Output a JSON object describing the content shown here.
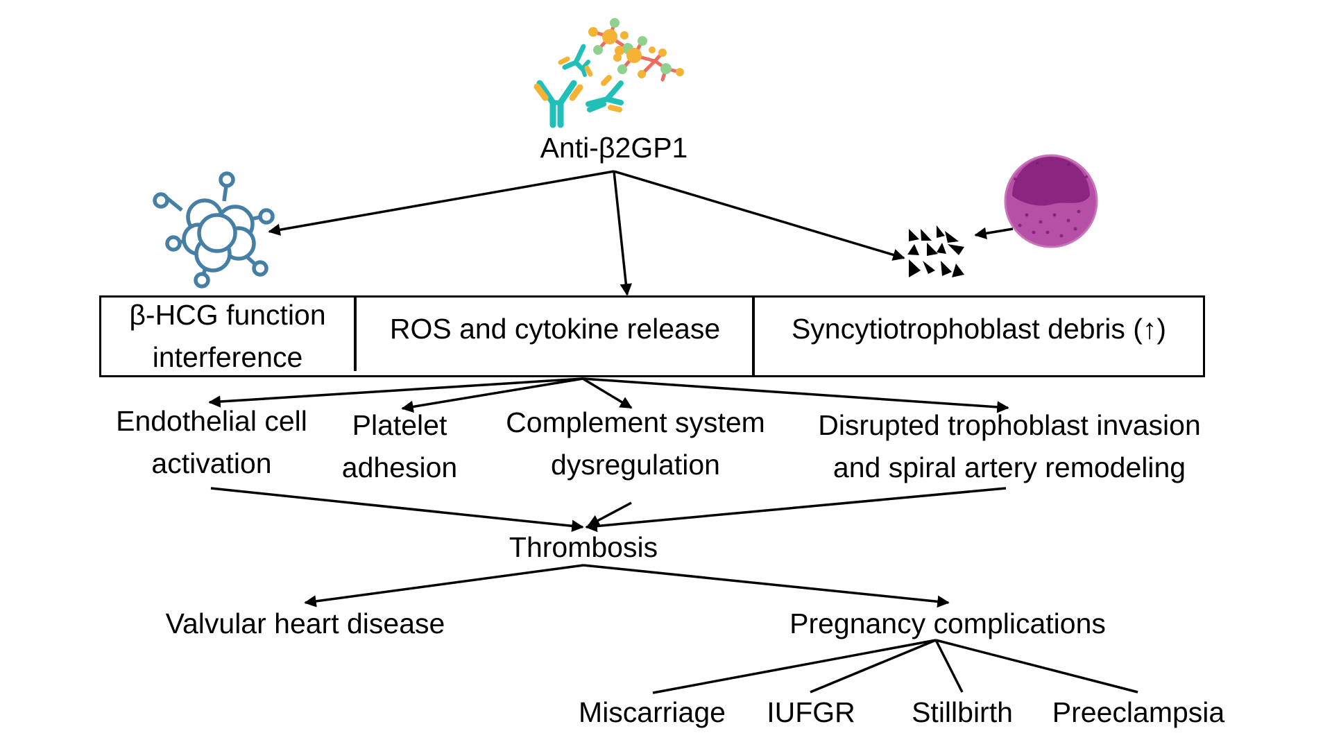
{
  "root": {
    "label": "Anti-β2GP1",
    "icon": "antibody-molecule-icon"
  },
  "icons": {
    "left": "cytokine-cluster-icon",
    "right_source": "blastocyst-icon",
    "right_debris": "debris-fragments-icon"
  },
  "mechanism_box": {
    "cells": [
      {
        "line1": "β-HCG function",
        "line2": "interference"
      },
      {
        "line1": "ROS and cytokine release",
        "line2": ""
      },
      {
        "line1": "Syncytiotrophoblast debris (↑)",
        "line2": ""
      }
    ]
  },
  "effects": [
    {
      "line1": "Endothelial cell",
      "line2": "activation"
    },
    {
      "line1": "Platelet",
      "line2": "adhesion"
    },
    {
      "line1": "Complement system",
      "line2": "dysregulation"
    },
    {
      "line1": "Disrupted trophoblast invasion",
      "line2": "and spiral artery remodeling"
    }
  ],
  "central": {
    "label": "Thrombosis"
  },
  "outcomes": [
    {
      "label": "Valvular heart disease"
    },
    {
      "label": "Pregnancy complications"
    }
  ],
  "complications": [
    {
      "label": "Miscarriage"
    },
    {
      "label": "IUFGR"
    },
    {
      "label": "Stillbirth"
    },
    {
      "label": "Preeclampsia"
    }
  ],
  "colors": {
    "antibody_teal": "#20bfb8",
    "antibody_orange": "#f5b335",
    "molecule_red": "#ef6b60",
    "molecule_green": "#8fd18f",
    "cytokine_blue": "#457fa6",
    "blastocyst_purple": "#8b2580",
    "blastocyst_pink": "#b64fa6"
  }
}
